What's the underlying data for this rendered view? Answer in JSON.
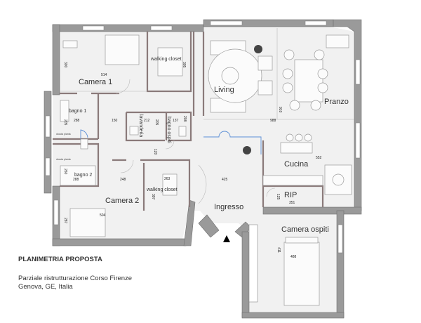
{
  "title": "PLANIMETRIA PROPOSTA",
  "subtitle": "Parziale ristrutturazione Corso Firenze",
  "location": "Genova, GE, Italia",
  "rooms": {
    "camera1": "Camera 1",
    "walking_closet1": "walking closet",
    "living": "Living",
    "pranzo": "Pranzo",
    "bagno1": "bagno 1",
    "lavanderia": "lavanderia",
    "bagno_ospiti": "bagno ospiti",
    "bagno2": "bagno 2",
    "doccia1": "doccia pianta",
    "doccia2": "doccia pianta",
    "walking_closet2": "walking closet",
    "camera2": "Camera 2",
    "cucina": "Cucina",
    "rip": "RIP",
    "ingresso": "Ingresso",
    "camera_ospiti": "Camera ospiti"
  },
  "dimensions": {
    "cam1_w": "514",
    "cam1_h": "300",
    "wc1_h": "305",
    "bagno1_w": "288",
    "bagno1_h": "205",
    "corr_w": "150",
    "lav_w": "212",
    "lav_h": "205",
    "bo_w": "137",
    "bo_h": "208",
    "corr_h": "120",
    "bagno2_w": "288",
    "bagno2_h": "260",
    "cam2_corr": "248",
    "wc2_w": "263",
    "wc2_h": "397",
    "cam2_w": "504",
    "cam2_h": "287",
    "ingresso_w": "425",
    "living_w": "988",
    "living_h": "910",
    "cucina_w": "552",
    "rip_w": "351",
    "rip_h": "125",
    "ospiti_h": "411",
    "ospiti_w": "488"
  },
  "colors": {
    "wall": "#9a9a9a",
    "partition": "#8a7a7a",
    "door_swing": "#5b8fd6"
  }
}
